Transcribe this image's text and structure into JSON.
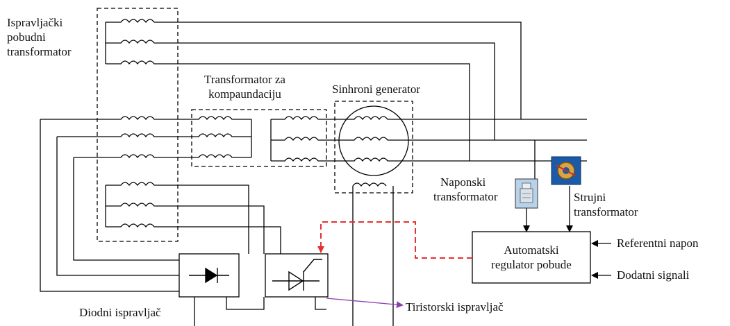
{
  "labels": {
    "excitation_transformer": [
      "Ispravljački",
      "pobudni",
      "transformator"
    ],
    "compounding_transformer": [
      "Transformator za",
      "kompaundaciju"
    ],
    "sync_generator": "Sinhroni generator",
    "voltage_transformer": [
      "Naponski",
      "transformator"
    ],
    "current_transformer": [
      "Strujni",
      "transformator"
    ],
    "avr": [
      "Automatski",
      "regulator pobude"
    ],
    "reference_voltage": "Referentni napon",
    "extra_signals": "Dodatni signali",
    "diode_rectifier": "Diodni ispravljač",
    "thyristor_rectifier": "Tiristorski ispravljač"
  },
  "colors": {
    "line": "#000000",
    "control_dash": "#e53030",
    "output_arrow": "#8a3fb0",
    "vt_icon": "#b8d2ea",
    "ct_icon": "#1a5aa8"
  },
  "icons": {
    "diode": "diode-symbol",
    "thyristor": "thyristor-symbol",
    "vt": "voltage-transformer-photo",
    "ct": "current-transformer-photo"
  }
}
